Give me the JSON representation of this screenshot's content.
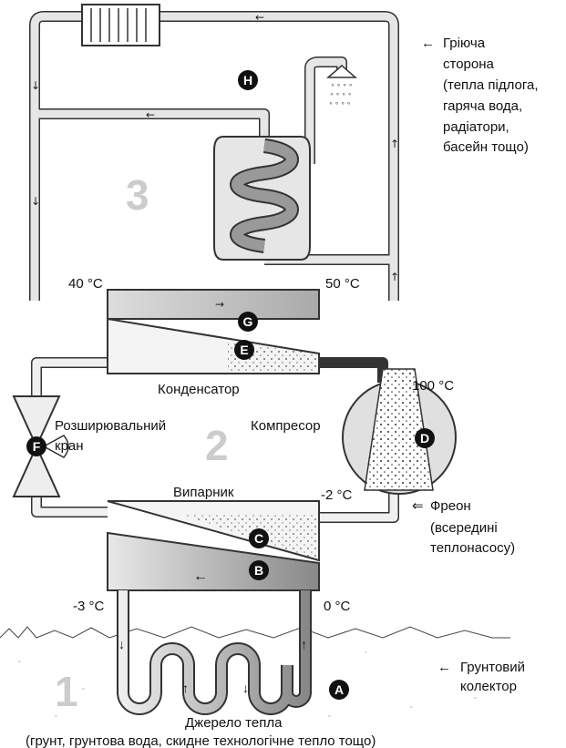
{
  "heating_side": {
    "lines": [
      "Грiюча",
      "сторона",
      "(тепла пiдлога,",
      "гаряча вода,",
      "радiатори,",
      "басейн тощо)"
    ]
  },
  "temps": {
    "t40": "40 °C",
    "t50": "50 °C",
    "t100": "100 °C",
    "tm2": "-2 °C",
    "tm3": "-3 °C",
    "t0": "0 °C"
  },
  "labels": {
    "condenser": "Конденсатор",
    "compressor": "Компресор",
    "valve_line1": "Розширювальний",
    "valve_line2": "кран",
    "evaporator": "Випарник",
    "freon": [
      "Фреон",
      "(всерединi",
      "теплонасосу)"
    ],
    "collector": [
      "Грунтовий",
      "колектор"
    ],
    "source_title": "Джерело тепла",
    "source_sub": "(грунт, грунтова вода, скидне технологiчне тепло тощо)"
  },
  "circuits": {
    "c1": "1",
    "c2": "2",
    "c3": "3"
  },
  "badges": {
    "A": "A",
    "B": "B",
    "C": "C",
    "D": "D",
    "E": "E",
    "F": "F",
    "G": "G",
    "H": "H"
  },
  "colors": {
    "pipe": "#d9d9d9",
    "outline": "#333333",
    "badge": "#111111",
    "number": "#cccccc"
  }
}
